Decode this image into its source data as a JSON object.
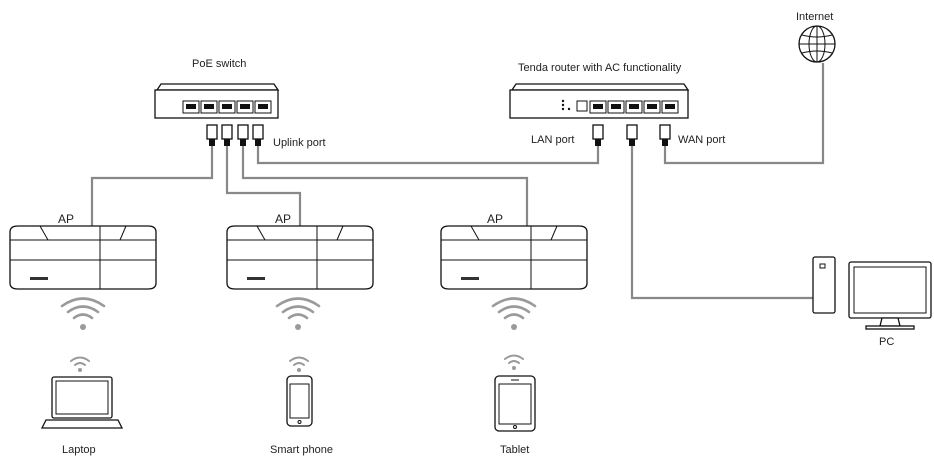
{
  "labels": {
    "internet": "Internet",
    "poe_switch": "PoE switch",
    "router": "Tenda router with AC functionality",
    "uplink_port": "Uplink port",
    "lan_port": "LAN port",
    "wan_port": "WAN port",
    "ap1": "AP",
    "ap2": "AP",
    "ap3": "AP",
    "pc": "PC",
    "laptop": "Laptop",
    "smartphone": "Smart phone",
    "tablet": "Tablet"
  },
  "icons": {
    "globe": "globe-icon",
    "switch": "switch-icon",
    "router": "router-icon",
    "access_point": "access-point-icon",
    "wifi": "wifi-icon",
    "laptop": "laptop-icon",
    "phone": "smartphone-icon",
    "tablet": "tablet-icon",
    "pc": "pc-icon"
  },
  "colors": {
    "cable": "#888888",
    "outline": "#111111",
    "wifi": "#9a9a9a"
  }
}
